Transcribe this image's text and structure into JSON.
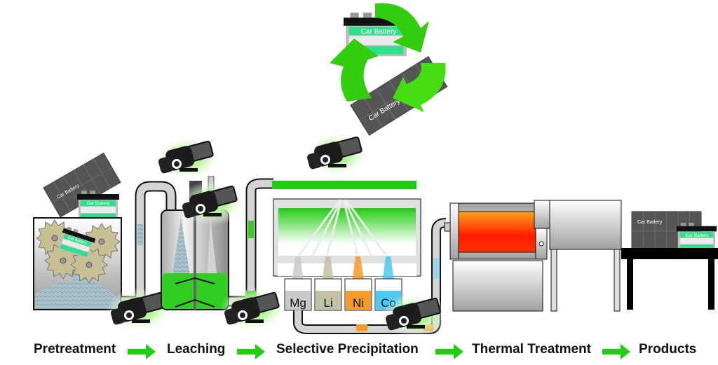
{
  "title": "Battery recycling process flow",
  "recycle_symbol": {
    "icon": "recycle-icon",
    "color": "#2ecc1a",
    "batteries": [
      "Car Battery",
      "Car Battery"
    ]
  },
  "battery_label": "Car Battery",
  "stages": [
    {
      "id": "pretreatment",
      "label": "Pretreatment"
    },
    {
      "id": "leaching",
      "label": "Leaching"
    },
    {
      "id": "selective-precipitation",
      "label": "Selective Precipitation"
    },
    {
      "id": "thermal-treatment",
      "label": "Thermal Treatment"
    },
    {
      "id": "products",
      "label": "Products"
    }
  ],
  "precipitates": [
    {
      "symbol": "Mg",
      "color": "#c8c8c8"
    },
    {
      "symbol": "Li",
      "color": "#c3c0a4"
    },
    {
      "symbol": "Ni",
      "color": "#f39a2a"
    },
    {
      "symbol": "Co",
      "color": "#4dc8ee"
    }
  ],
  "colors": {
    "leach_liquid": "#33cc22",
    "arrow": "#22cc11",
    "furnace_hot": "#ff2200",
    "furnace_warm": "#ff9a10",
    "pipe": "#d4d4d4"
  }
}
